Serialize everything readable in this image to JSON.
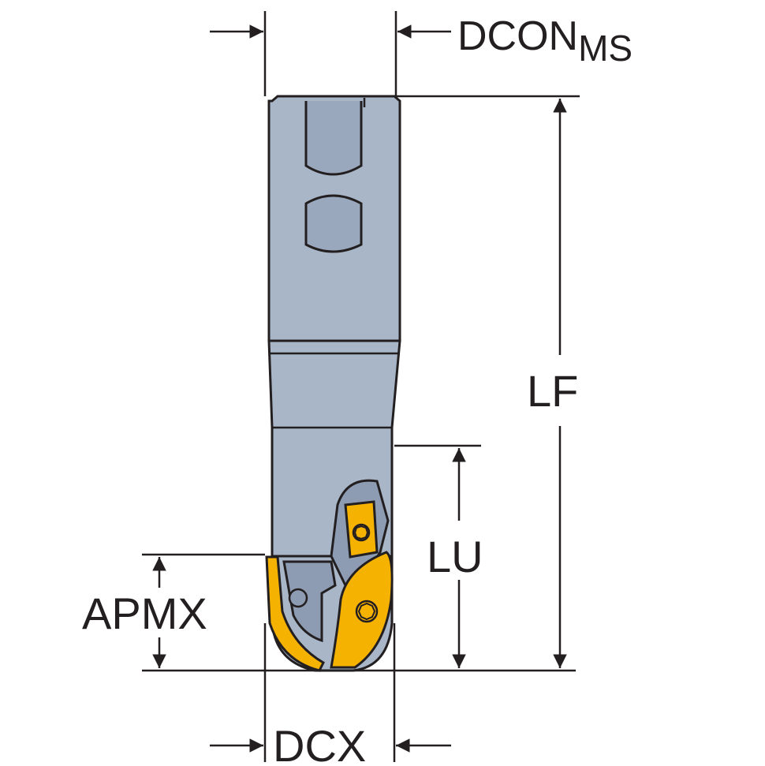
{
  "colors": {
    "tool_body": "#a9b6c8",
    "tool_shadow": "#8d9cb2",
    "insert": "#f6b200",
    "insert_dark": "#c98f00",
    "line": "#231f20",
    "background": "#ffffff"
  },
  "labels": {
    "dcon_main": "DCON",
    "dcon_sub": "MS",
    "lf": "LF",
    "lu": "LU",
    "apmx": "APMX",
    "dcx": "DCX"
  }
}
